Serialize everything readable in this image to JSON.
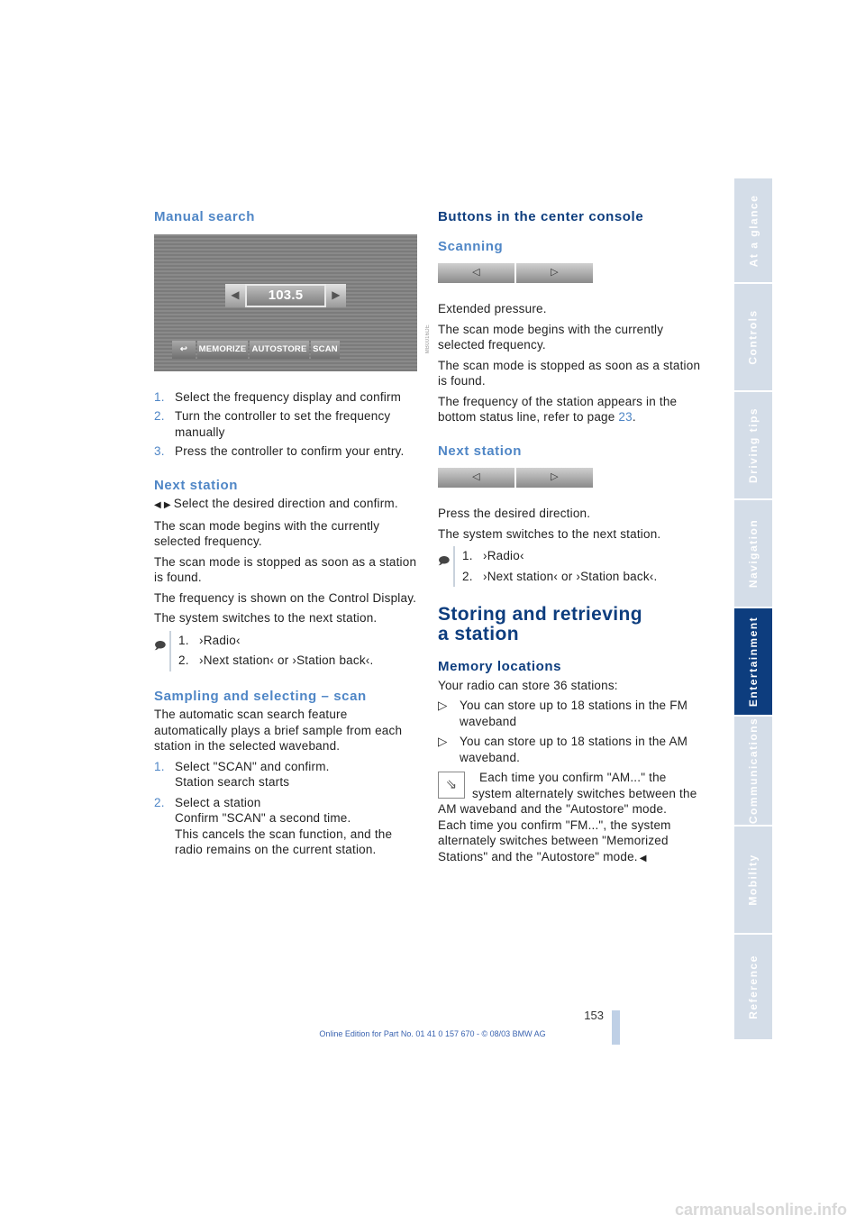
{
  "tabs": [
    "At a glance",
    "Controls",
    "Driving tips",
    "Navigation",
    "Entertainment",
    "Communications",
    "Mobility",
    "Reference"
  ],
  "active_tab": "Entertainment",
  "left": {
    "manual_title": "Manual search",
    "screen": {
      "frequency": "103.5",
      "buttons": [
        "MEMORIZE",
        "AUTOSTORE",
        "SCAN"
      ],
      "side_code": "MB0016DE"
    },
    "manual_steps": [
      {
        "n": "1.",
        "text": "Select the frequency display and confirm"
      },
      {
        "n": "2.",
        "text": "Turn the controller to set the frequency manually"
      },
      {
        "n": "3.",
        "text": "Press the controller to confirm your entry."
      }
    ],
    "next_title": "Next station",
    "next_p1": "Select the desired direction and confirm.",
    "next_p2": "The scan mode begins with the currently selected frequency.",
    "next_p3": "The scan mode is stopped as soon as a station is found.",
    "next_p4": "The frequency is shown on the Control Display.",
    "next_p5": "The system switches to the next station.",
    "voice": [
      {
        "n": "1.",
        "text": "›Radio‹"
      },
      {
        "n": "2.",
        "text": "›Next station‹ or ›Station back‹."
      }
    ],
    "scan_title": "Sampling and selecting – scan",
    "scan_p1": "The automatic scan search feature automatically plays a brief sample from each station in the selected waveband.",
    "scan_steps": [
      {
        "n": "1.",
        "text": "Select \"SCAN\" and confirm.\nStation search starts"
      },
      {
        "n": "2.",
        "text": "Select a station\nConfirm \"SCAN\" a second time.\nThis cancels the scan function, and the radio remains on the current station."
      }
    ]
  },
  "right": {
    "buttons_title": "Buttons in the center console",
    "scanning_title": "Scanning",
    "scan_p1": "Extended pressure.",
    "scan_p2": "The scan mode begins with the currently selected frequency.",
    "scan_p3": "The scan mode is stopped as soon as a station is found.",
    "scan_p4": "The frequency of the station appears in the bottom status line, refer to page",
    "scan_page": "23",
    "next_title": "Next station",
    "next_p1": "Press the desired direction.",
    "next_p2": "The system switches to the next station.",
    "voice": [
      {
        "n": "1.",
        "text": "›Radio‹"
      },
      {
        "n": "2.",
        "text": "›Next station‹ or ›Station back‹."
      }
    ],
    "storing_title": "Storing and retrieving\na station",
    "memory_title": "Memory locations",
    "memory_p1": "Your radio can store 36 stations:",
    "memory_bullets": [
      {
        "n": "▷",
        "text": "You can store up to 18 stations in the FM waveband"
      },
      {
        "n": "▷",
        "text": "You can store up to 18 stations in the AM waveband."
      }
    ],
    "tip_p1": "Each time you confirm \"AM...\" the system alternately switches between the AM waveband and the \"Autostore\" mode.",
    "tip_p2": "Each time you confirm \"FM...\", the system alternately switches between \"Memorized Stations\" and the \"Autostore\" mode.",
    "tip_end": "◀"
  },
  "footer": {
    "page_number": "153",
    "online_edition": "Online Edition for Part No. 01 41 0 157 670 - © 08/03 BMW AG",
    "watermark": "carmanualsonline.info"
  }
}
